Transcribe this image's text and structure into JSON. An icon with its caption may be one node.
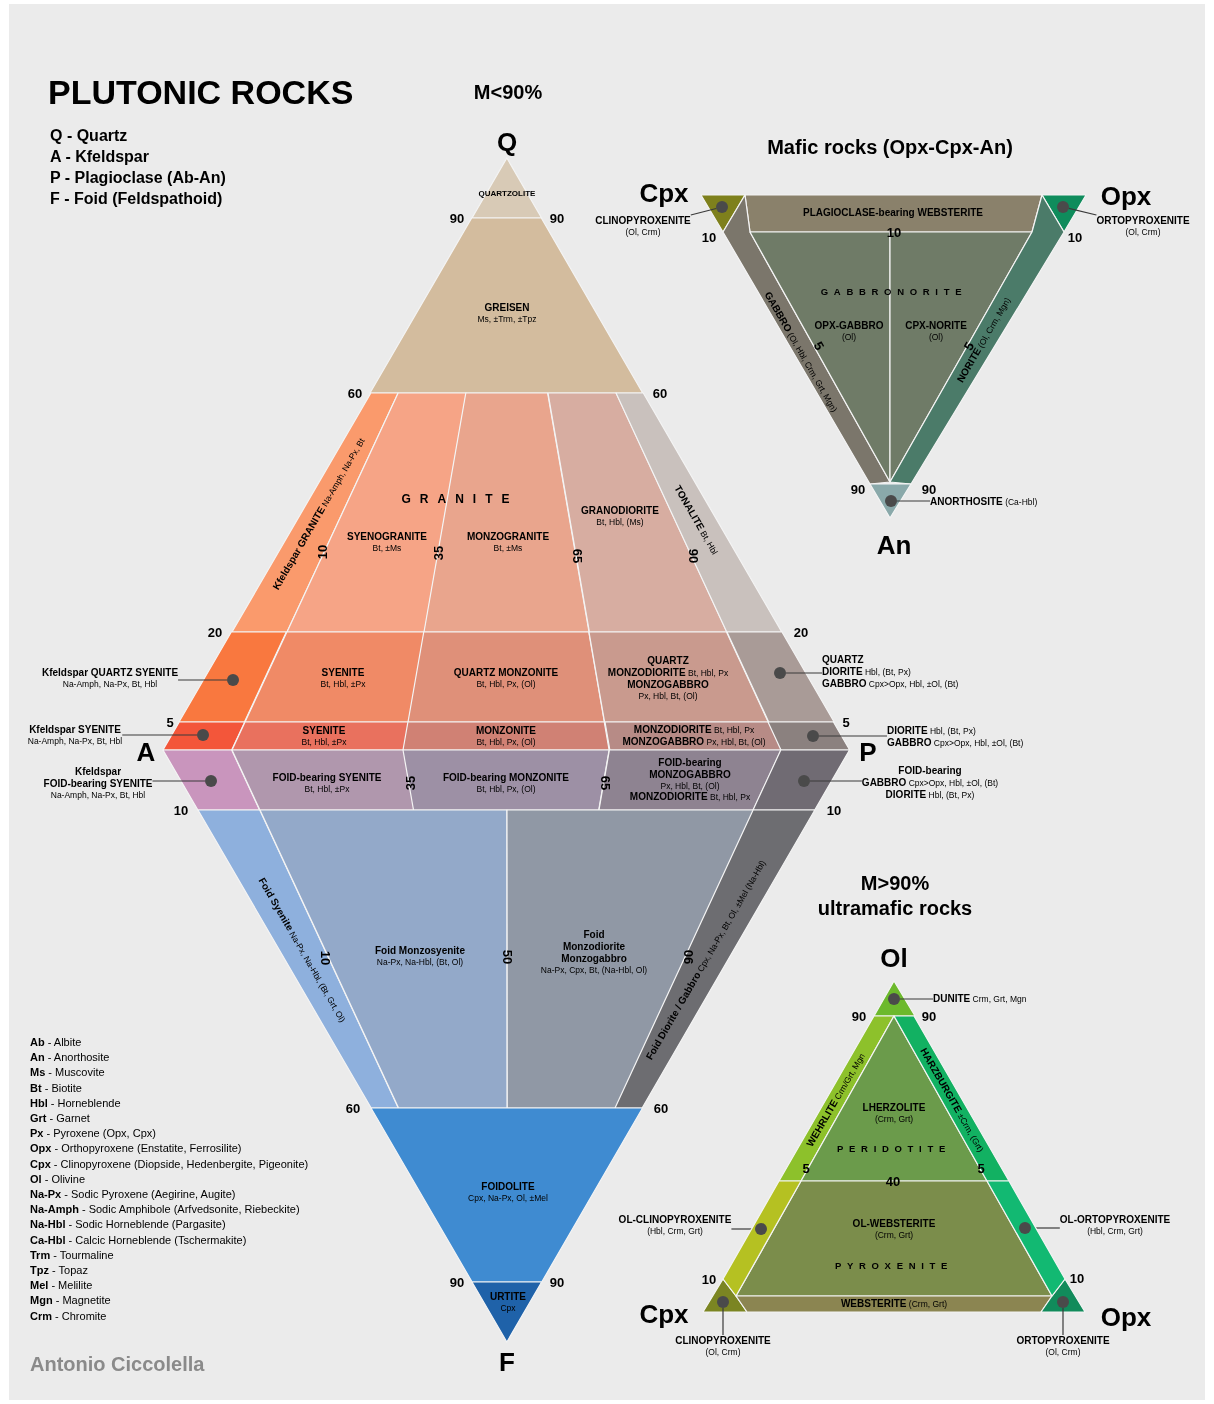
{
  "diagram": {
    "title": "PLUTONIC ROCKS",
    "nodes": [
      {
        "text": [
          "QUARTZOLITE"
        ]
      },
      {
        "text": [
          "GREISEN",
          "Ms, ±Trm, ±Tpz"
        ]
      },
      {
        "text": [
          "**Kfeldspar GRANITE** Na-Amph, Na-Px, Bt"
        ]
      },
      {
        "text": [
          "SYENOGRANITE",
          "Bt, ±Ms"
        ]
      },
      {
        "text": [
          "MONZOGRANITE",
          "Bt, ±Ms"
        ]
      },
      {
        "text": [
          "GRANODIORITE",
          "Bt, Hbl, (Ms)"
        ]
      },
      {
        "text": [
          "**TONALITE** Bt, Hbl"
        ]
      },
      {
        "text": [],
        "shape": "box"
      },
      {
        "text": [],
        "shape": "circle",
        "in": 7
      },
      {
        "text": [
          "SYENITE",
          "Bt, Hbl, ±Px"
        ]
      },
      {
        "text": [
          "QUARTZ MONZONITE",
          "Bt, Hbl, Px, (Ol)"
        ]
      },
      {
        "text": [
          "QUARTZ",
          "**MONZODIORITE** Bt, Hbl, Px",
          "MONZOGABBRO",
          "Px, Hbl, Bt, (Ol)"
        ]
      },
      {
        "text": [],
        "shape": "box"
      },
      {
        "text": [],
        "shape": "circle",
        "in": 12
      },
      {
        "text": [],
        "shape": "box"
      },
      {
        "text": [],
        "shape": "circle",
        "in": 14
      },
      {
        "text": [
          "SYENITE",
          "Bt, Hbl, ±Px"
        ]
      },
      {
        "text": [
          "MONZONITE",
          "Bt, Hbl, Px, (Ol)"
        ]
      },
      {
        "text": [
          "**MONZODIORITE** Bt, Hbl, Px",
          "**MONZOGABBRO** Px, Hbl, Bt, (Ol)"
        ]
      },
      {
        "text": [],
        "shape": "box"
      },
      {
        "text": [],
        "shape": "circle",
        "in": 19
      },
      {
        "text": [],
        "shape": "box"
      },
      {
        "text": [],
        "shape": "circle",
        "in": 21
      },
      {
        "text": [
          "FOID-bearing SYENITE",
          "Bt, Hbl, ±Px"
        ]
      },
      {
        "text": [
          "FOID-bearing MONZONITE",
          "Bt, Hbl, Px, (Ol)"
        ]
      },
      {
        "text": [
          "FOID-bearing",
          "MONZOGABBRO",
          "Px, Hbl, Bt, (Ol)",
          "**MONZODIORITE** Bt, Hbl, Px"
        ]
      },
      {
        "text": [],
        "shape": "box"
      },
      {
        "text": [],
        "shape": "circle",
        "in": 26
      },
      {
        "text": [
          "**Foid Syenite** Na-Px, Na-Hbl, (Bt, Grt, Ol)"
        ]
      },
      {
        "text": [
          "Foid Monzosyenite",
          "Na-Px, Na-Hbl, (Bt, Ol)"
        ]
      },
      {
        "text": [
          "Foid Monzodiorite Monzogabbro",
          "Na-Px, Cpx, Bt, (Na-Hbl, Ol)"
        ]
      },
      {
        "text": [
          "**Foid Diorite / Gabbro** Cpx, Na-Px, Bt, Ol, ±Mel (Na-Hbl)"
        ]
      },
      {
        "text": [
          "FOIDOLITE",
          "Cpx, Na-Px, Ol, ±Mel"
        ]
      },
      {
        "text": [
          "URTITE",
          "Cpx"
        ]
      },
      {
        "text": [
          "Kfeldspar QUARTZ SYENITE",
          "Na-Amph, Na-Px, Bt, Hbl"
        ]
      },
      {
        "text": [
          "Kfeldspar SYENITE",
          "Na-Amph, Na-Px, Bt, Hbl"
        ]
      },
      {
        "text": [
          "Kfeldspar",
          "FOID-bearing SYENITE",
          "Na-Amph, Na-Px, Bt, Hbl"
        ]
      },
      {
        "text": [
          "QUARTZ",
          "**DIORITE** Hbl, (Bt, Px)",
          "**GABBRO** Cpx>Opx, Hbl, ±Ol, (Bt)"
        ]
      },
      {
        "text": [
          "**DIORITE** Hbl, (Bt, Px)",
          "**GABBRO** Cpx>Opx, Hbl, ±Ol, (Bt)"
        ]
      },
      {
        "text": [
          "FOID-bearing",
          "**GABBRO** Cpx>Opx, Hbl, ±Ol, (Bt)",
          "**DIORITE** Hbl, (Bt, Px)"
        ]
      },
      {
        "text": [],
        "shape": "triangle"
      },
      {
        "text": [],
        "shape": "circle",
        "in": 40
      },
      {
        "text": [
          "PLAGIOCLASE-bearing WEBSTERITE"
        ]
      },
      {
        "text": [],
        "shape": "triangle"
      },
      {
        "text": [],
        "shape": "circle",
        "in": 43
      },
      {
        "text": [
          "**GABBRO** (Ol, Hbl, Crm, Grt, Mgn)"
        ]
      },
      {
        "text": [
          "OPX-GABBRO",
          "(Ol)"
        ]
      },
      {
        "text": [
          "CPX-NORITE",
          "(Ol)"
        ]
      },
      {
        "text": [
          "**NORITE** (Ol, Crm, Mgn)"
        ]
      },
      {
        "text": [],
        "shape": "triangle"
      },
      {
        "text": [],
        "shape": "circle",
        "in": 49
      },
      {
        "text": [
          "CLINOPYROXENITE",
          "(Ol, Crm)"
        ]
      },
      {
        "text": [
          "ORTOPYROXENITE",
          "(Ol, Crm)"
        ]
      },
      {
        "text": [
          "**ANORTHOSITE** (Ca-Hbl)"
        ]
      },
      {
        "text": [],
        "shape": "triangle"
      },
      {
        "text": [],
        "shape": "circle",
        "in": 54
      },
      {
        "text": [
          "**WEHRLITE** Crm/Grt, Mgn"
        ]
      },
      {
        "text": [
          "LHERZOLITE",
          "(Crm, Grt)"
        ]
      },
      {
        "text": [
          "**HARZBURGITE** ±Crm, (Grt)"
        ]
      },
      {
        "text": [],
        "shape": "box"
      },
      {
        "text": [],
        "shape": "circle",
        "in": 59
      },
      {
        "text": [
          "OL-WEBSTERITE",
          "(Crm, Grt)"
        ]
      },
      {
        "text": [],
        "shape": "box"
      },
      {
        "text": [],
        "shape": "circle",
        "in": 62
      },
      {
        "text": [],
        "shape": "triangle"
      },
      {
        "text": [],
        "shape": "circle",
        "in": 64
      },
      {
        "text": [
          "**WEBSTERITE** (Crm, Grt)"
        ]
      },
      {
        "text": [],
        "shape": "triangle"
      },
      {
        "text": [],
        "shape": "circle",
        "in": 67
      },
      {
        "text": [
          "**DUNITE** Crm, Grt, Mgn"
        ]
      },
      {
        "text": [
          "OL-CLINOPYROXENITE",
          "(Hbl, Crm, Grt)"
        ]
      },
      {
        "text": [
          "OL-ORTOPYROXENITE",
          "(Hbl, Crm, Grt)"
        ]
      },
      {
        "text": [
          "CLINOPYROXENITE",
          "(Ol, Crm)"
        ]
      },
      {
        "text": [
          "ORTOPYROXENITE",
          "(Ol, Crm)"
        ]
      }
    ],
    "edges": [
      {
        "from": 34,
        "to": 8,
        "arrow": "none"
      },
      {
        "from": 35,
        "to": 15,
        "arrow": "none"
      },
      {
        "from": 36,
        "to": 22,
        "arrow": "none"
      },
      {
        "from": 37,
        "to": 13,
        "arrow": "none"
      },
      {
        "from": 38,
        "to": 20,
        "arrow": "none"
      },
      {
        "from": 39,
        "to": 27,
        "arrow": "none"
      },
      {
        "from": 51,
        "to": 41,
        "arrow": "none"
      },
      {
        "from": 52,
        "to": 44,
        "arrow": "none"
      },
      {
        "from": 53,
        "to": 50,
        "arrow": "none"
      },
      {
        "from": 69,
        "to": 55,
        "arrow": "none"
      },
      {
        "from": 70,
        "to": 60,
        "arrow": "none"
      },
      {
        "from": 71,
        "to": 63,
        "arrow": "none"
      },
      {
        "from": 72,
        "to": 65,
        "arrow": "none"
      },
      {
        "from": 73,
        "to": 68,
        "arrow": "none"
      }
    ],
    "labels": [
      "M<90%",
      "Q - Quartz",
      "A - Kfeldspar",
      "P - Plagioclase (Ab-An)",
      "F - Foid (Feldspathoid)",
      "Q",
      "Mafic rocks (Opx-Cpx-An)",
      "Cpx",
      "Opx",
      "90",
      "90",
      "10",
      "10",
      "10",
      "GABBRONORITE",
      "5",
      "5",
      "60",
      "60",
      "90",
      "90",
      "GRANITE",
      "10",
      "35",
      "65",
      "90",
      "An",
      "20",
      "20",
      "5",
      "5",
      "A",
      "P",
      "35",
      "65",
      "10",
      "10",
      "M>90% ultramafic rocks",
      "10",
      "50",
      "90",
      "Ol",
      "90",
      "90",
      "**Ab** - Albite",
      "**An** - Anorthosite",
      "**Ms** - Muscovite",
      "**Bt** - Biotite",
      "**Hbl** - Horneblende",
      "**Grt** - Garnet",
      "**Px** - Pyroxene (Opx, Cpx)",
      "**Opx** - Orthopyroxene (Enstatite, Ferrosilite)",
      "**Cpx** - Clinopyroxene (Diopside, Hedenbergite, Pigeonite)",
      "**Ol** - Olivine",
      "**Na-Px** - Sodic Pyroxene (Aegirine, Augite)",
      "**Na-Amph** - Sodic Amphibole (Arfvedsonite, Riebeckite)",
      "**Na-Hbl** - Sodic Horneblende (Pargasite)",
      "**Ca-Hbl** - Calcic Horneblende (Tschermakite)",
      "**Trm** - Tourmaline",
      "**Tpz** - Topaz",
      "**Mel** - Melilite",
      "**Mgn** - Magnetite",
      "**Crm** - Chromite",
      "60",
      "60",
      "PERIDOTITE",
      "5",
      "5",
      "40",
      "PYROXENITE",
      "10",
      "10",
      "90",
      "90",
      "Cpx",
      "Opx",
      "Antonio Ciccolella",
      "F"
    ]
  }
}
